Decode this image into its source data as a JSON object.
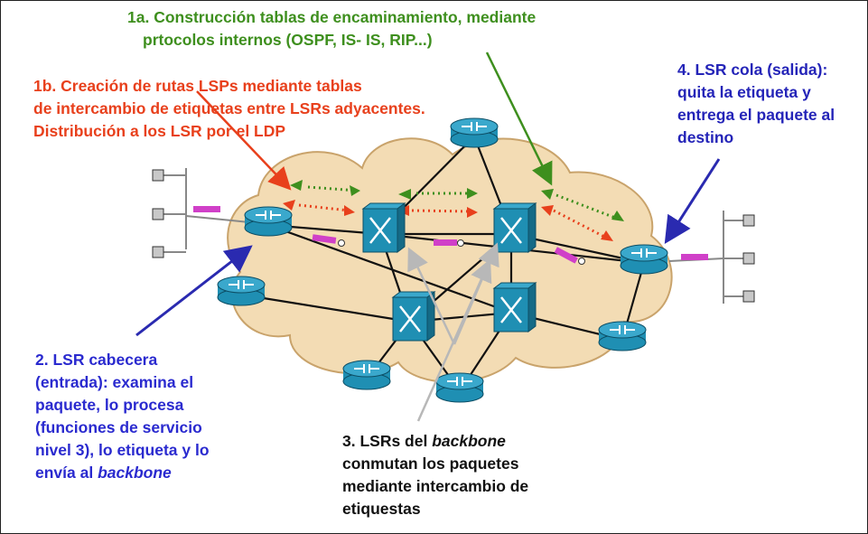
{
  "labels": {
    "l1a": [
      "1a.  Construcción tablas de encaminamiento, mediante",
      "prtocolos internos (OSPF, IS- IS, RIP...)"
    ],
    "l1b": [
      "1b. Creación  de rutas LSPs mediante tablas",
      "de intercambio de etiquetas entre LSRs adyacentes.",
      "Distribución a los LSR por el LDP"
    ],
    "l4": [
      "4. LSR cola (salida):",
      "quita la etiqueta y",
      "entrega el paquete al",
      "destino"
    ],
    "l2": {
      "lines": [
        "2. LSR cabecera",
        "(entrada): examina el",
        "paquete, lo procesa",
        "(funciones de servicio",
        "nivel 3), lo etiqueta y lo"
      ],
      "last_prefix": "envía al ",
      "last_em": "backbone"
    },
    "l3": {
      "line1_prefix": "3. LSRs del ",
      "line1_em": "backbone",
      "lines": [
        "conmutan los paquetes",
        "mediante intercambio de",
        "etiquestas"
      ]
    }
  },
  "colors": {
    "cloud_fill": "#f3dcb4",
    "cloud_stroke": "#c9a36b",
    "device_fill": "#1f8fb3",
    "link": "#111111",
    "label_tag": "#d040c8",
    "arrow_blue": "#2a2ab0",
    "arrow_red": "#e8401c",
    "arrow_green": "#3e8f1e",
    "arrow_gray": "#b8b8b8"
  },
  "icons": [
    "router-icon",
    "label-switch-icon",
    "host-icon",
    "label-tag-icon"
  ]
}
